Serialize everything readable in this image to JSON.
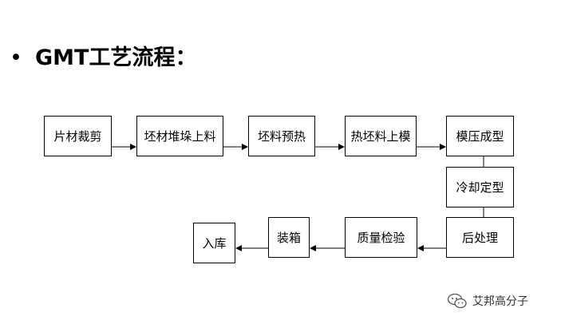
{
  "heading": {
    "bullet": "•",
    "title": "GMT工艺流程："
  },
  "steps": {
    "cut": "片材裁剪",
    "stack": "坯材堆垛上料",
    "preheat": "坯料预热",
    "load": "热坯料上模",
    "press": "模压成型",
    "cool": "冷却定型",
    "post": "后处理",
    "inspect": "质量检验",
    "box": "装箱",
    "store": "入库"
  },
  "watermark": {
    "text": "艾邦高分子",
    "icon": "wechat-icon"
  },
  "colors": {
    "line": "#000000",
    "box_border": "#000000",
    "background": "#ffffff"
  }
}
